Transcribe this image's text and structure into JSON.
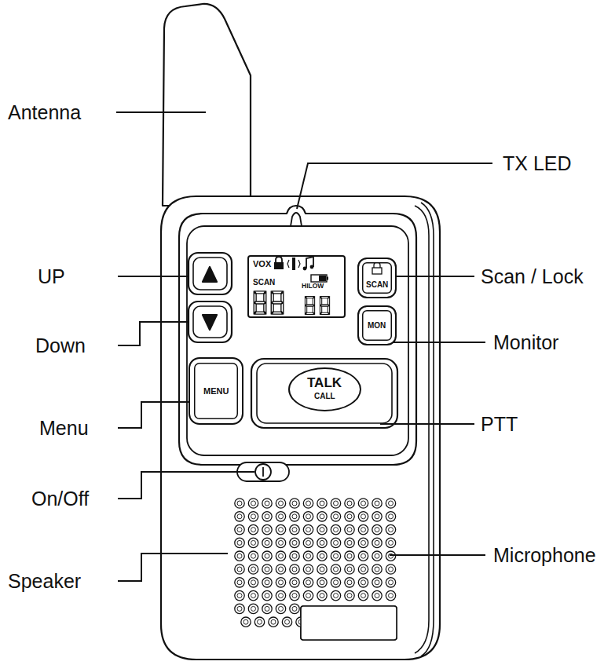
{
  "diagram": {
    "nodes": [
      {
        "text": [
          "VOX",
          "SCAN",
          "HILOW"
        ]
      },
      {
        "text": [
          "SCAN"
        ]
      },
      {
        "text": [
          "MON"
        ]
      },
      {
        "text": [
          "MENU"
        ]
      },
      {
        "text": [
          "TALK",
          "CALL"
        ]
      }
    ],
    "labels": [
      "Antenna",
      "TX LED",
      "UP",
      "Scan / Lock",
      "Down",
      "Monitor",
      "Menu",
      "PTT",
      "On/Off",
      "Speaker",
      "Microphone"
    ]
  }
}
